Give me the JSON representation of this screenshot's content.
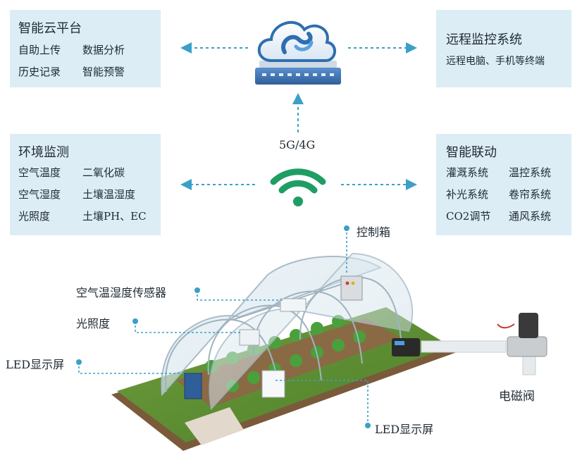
{
  "cloud_platform": {
    "title": "智能云平台",
    "items": [
      "自助上传",
      "数据分析",
      "历史记录",
      "智能预警"
    ]
  },
  "remote_monitor": {
    "title": "远程监控系统",
    "items": [
      "远程电脑、手机等终端"
    ]
  },
  "env_monitor": {
    "title": "环境监测",
    "items": [
      "空气温度",
      "二氧化碳",
      "空气湿度",
      "土壤温湿度",
      "光照度",
      "土壤PH、EC"
    ]
  },
  "smart_link": {
    "title": "智能联动",
    "items": [
      "灌溉系统",
      "温控系统",
      "补光系统",
      "卷帘系统",
      "CO2调节",
      "通风系统"
    ]
  },
  "network_label": "5G/4G",
  "callouts": {
    "control_box": "控制箱",
    "air_sensor": "空气温湿度传感器",
    "light": "光照度",
    "led_left": "LED显示屏",
    "led_bottom": "LED显示屏",
    "valve": "电磁阀"
  },
  "colors": {
    "accent": "#3aa0c8",
    "wifi": "#1f9e63",
    "panel": "#dcedf5",
    "cloud": "#2e6fb0"
  }
}
